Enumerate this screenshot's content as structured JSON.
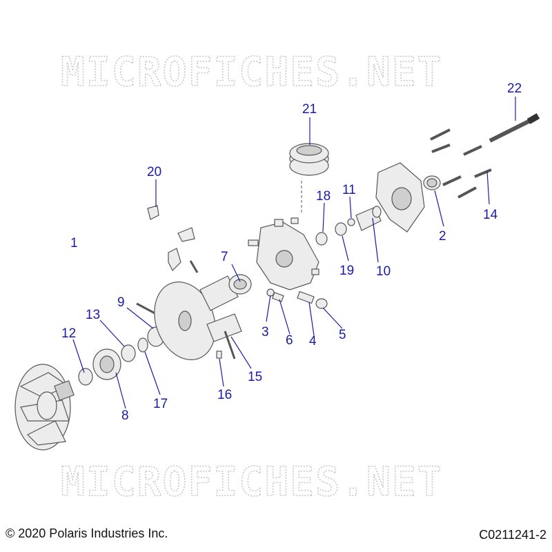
{
  "watermark_top": "MICROFICHES.NET",
  "watermark_bottom": "MICROFICHES.NET",
  "copyright": "© 2020 Polaris Industries Inc.",
  "diagram_code": "C0211241-2",
  "callouts": {
    "c1": "1",
    "c2": "2",
    "c3": "3",
    "c4": "4",
    "c5": "5",
    "c6": "6",
    "c7": "7",
    "c8": "8",
    "c9": "9",
    "c10": "10",
    "c11": "11",
    "c12": "12",
    "c13": "13",
    "c14": "14",
    "c15": "15",
    "c16": "16",
    "c17": "17",
    "c18": "18",
    "c19": "19",
    "c20": "20",
    "c21": "21",
    "c22": "22"
  },
  "colors": {
    "callout": "#1a1aa8",
    "part_fill": "#ececec",
    "outline": "#555555",
    "watermark": "#c8c8c8"
  }
}
